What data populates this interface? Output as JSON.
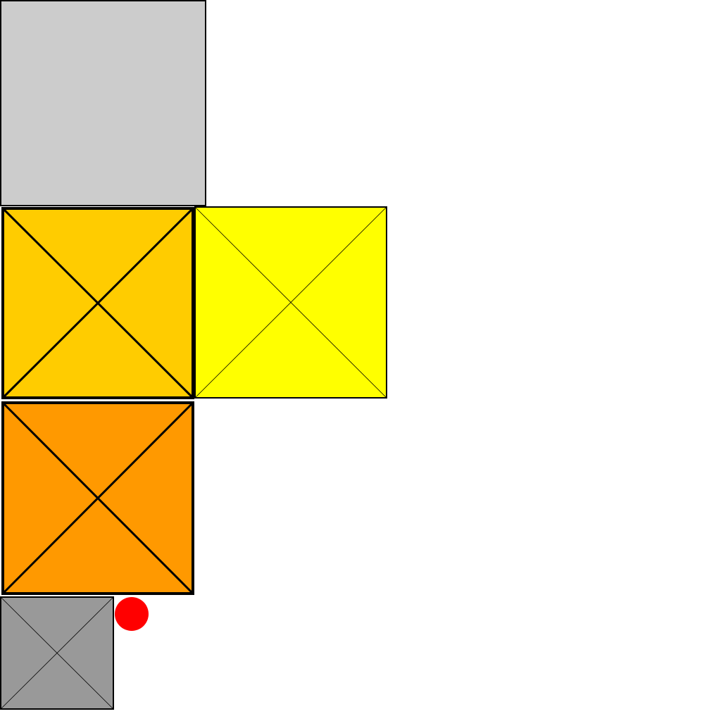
{
  "colors": {
    "background": "#ffffff",
    "outline": "#000000",
    "light_gray": "#cccccc",
    "amber": "#ffcc00",
    "yellow": "#ffff00",
    "orange": "#ff9900",
    "mid_gray": "#999999",
    "marker": "#ff0000"
  },
  "tiles": [
    {
      "name": "light-gray-tile",
      "fill": "light_gray",
      "diagonals": false,
      "emphasis": "thin"
    },
    {
      "name": "amber-tile",
      "fill": "amber",
      "diagonals": true,
      "emphasis": "bold"
    },
    {
      "name": "yellow-tile",
      "fill": "yellow",
      "diagonals": true,
      "emphasis": "thin"
    },
    {
      "name": "orange-tile",
      "fill": "orange",
      "diagonals": true,
      "emphasis": "bold"
    },
    {
      "name": "mid-gray-tile",
      "fill": "mid_gray",
      "diagonals": true,
      "emphasis": "thin"
    }
  ],
  "marker": {
    "name": "red-dot-marker",
    "fill": "marker",
    "shape": "circle"
  }
}
